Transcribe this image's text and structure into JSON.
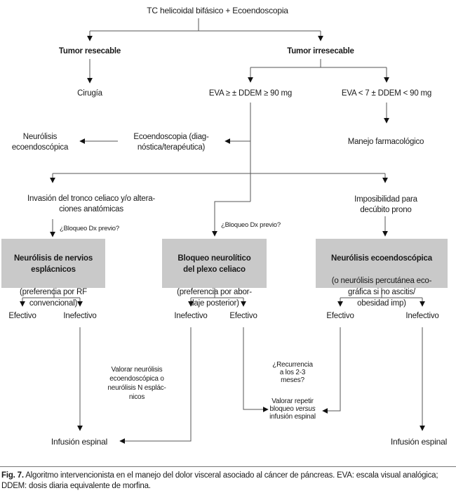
{
  "colors": {
    "box_fill": "#c9c9c9",
    "line": "#555555",
    "arrow": "#111111",
    "text": "#1a1a1a"
  },
  "flowchart": {
    "root": "TC helicoidal bifásico + Ecoendoscopia",
    "tumor_resecable": "Tumor resecable",
    "tumor_irresecable": "Tumor irresecable",
    "cirugia": "Cirugía",
    "eva_alta": "EVA ≥ ± DDEM ≥ 90 mg",
    "eva_baja": "EVA < 7 ± DDEM < 90 mg",
    "neurolisis_eco": "Neurólisis\necoendoscópica",
    "ecoendoscopia": "Ecoendoscopia (diag-\nnóstica/terapéutica)",
    "manejo_farmacologico": "Manejo farmacológico",
    "invasion_tronco": "Invasión del tronco celiaco y/o altera-\nciones anatómicas",
    "imposibilidad": "Imposibilidad para\ndecúbito prono",
    "bloqueo_dx_izq": "¿Bloqueo Dx previo?",
    "bloqueo_dx_centro": "¿Bloqueo Dx previo?",
    "box_esplacnicos": {
      "title": "Neurólisis de nervios\nesplácnicos",
      "detail": "(preferencia por RF\nconvencional)"
    },
    "box_plexo_celiaco": {
      "title": "Bloqueo neurolítico\ndel plexo celiaco",
      "detail": "(preferencia por abor-\ndaje posterior)"
    },
    "box_ecoendoscopica": {
      "title": "Neurólisis ecoendoscópica",
      "detail": "(o neurólisis percutánea eco-\ngráfica si no ascitis/\nobesidad imp)"
    },
    "outcomes": {
      "izq_efectivo": "Efectivo",
      "izq_inefectivo": "Inefectivo",
      "centro_inefectivo": "Inefectivo",
      "centro_efectivo": "Efectivo",
      "der_efectivo": "Efectivo",
      "der_inefectivo": "Inefectivo"
    },
    "valorar_neurolisis": "Valorar neurólisis\necoendoscópica o\nneurólisis N esplác-\nnicos",
    "recurrencia": "¿Recurrencia\na los 2-3\nmeses?",
    "valorar_repetir": {
      "pre": "Valorar repetir\nbloqueo ",
      "versus": "versus",
      "post": "\ninfusión espinal"
    },
    "infusion_izq": "Infusión espinal",
    "infusion_der": "Infusión espinal"
  },
  "caption": {
    "label": "Fig. 7.",
    "text": " Algoritmo intervencionista en el manejo del dolor visceral asociado al cáncer de páncreas. EVA: escala visual analógica; DDEM: dosis diaria equivalente de morfina."
  }
}
